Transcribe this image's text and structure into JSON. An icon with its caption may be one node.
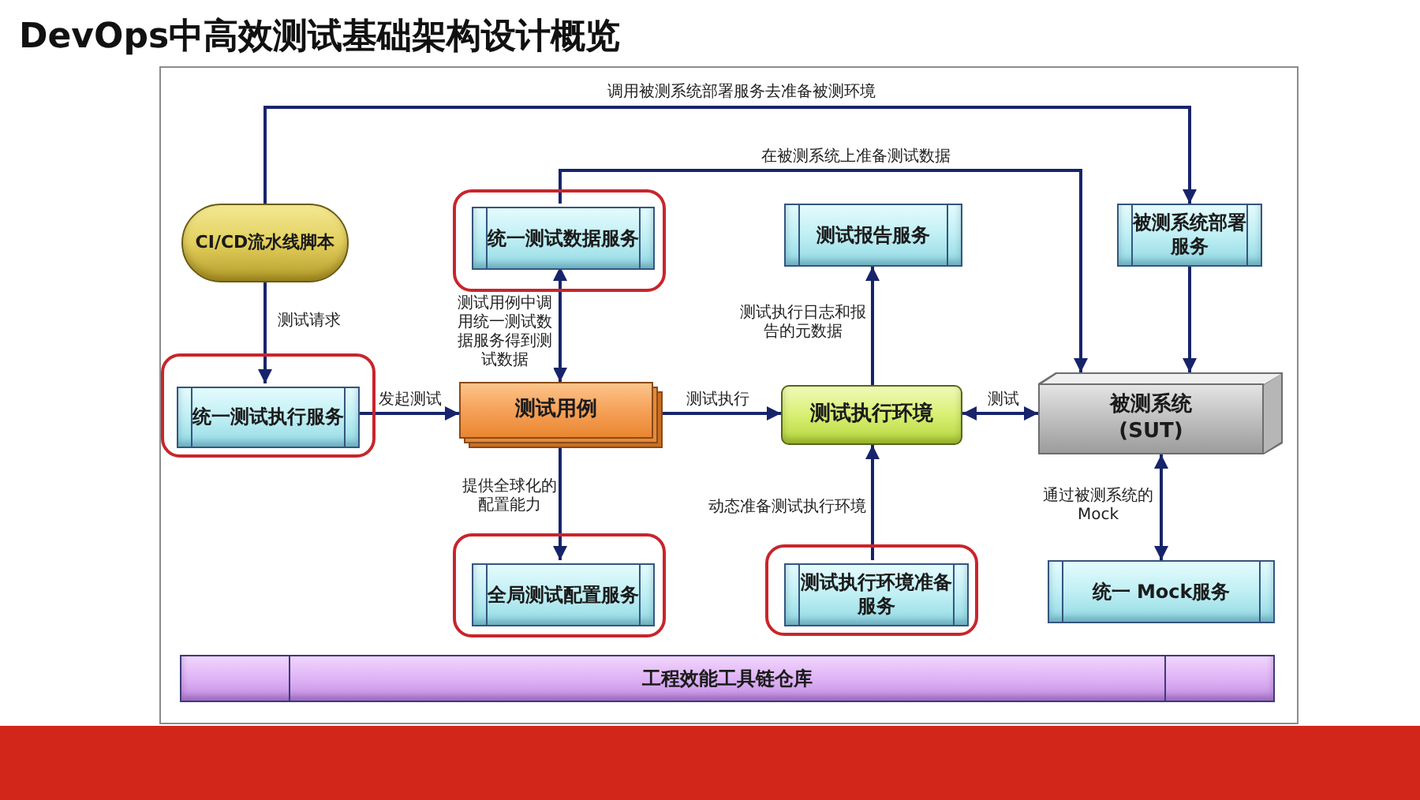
{
  "diagram": {
    "title": "DevOps中高效测试基础架构设计概览",
    "nodes": [
      {
        "text": [
          "CI/CD流水线脚本"
        ]
      },
      {
        "text": [],
        "shape": "box"
      },
      {
        "text": [
          "统一测试数据服务"
        ],
        "in": 1
      },
      {
        "text": [
          "测试报告服务"
        ]
      },
      {
        "text": [
          "被测系统部署服务"
        ]
      },
      {
        "text": [],
        "shape": "box"
      },
      {
        "text": [
          "统一测试执行服务"
        ],
        "in": 5
      },
      {
        "text": [
          "测试用例"
        ]
      },
      {
        "text": [
          "测试执行环境"
        ]
      },
      {
        "text": [
          "被测系统 (SUT)"
        ]
      },
      {
        "text": [],
        "shape": "box"
      },
      {
        "text": [
          "全局测试配置服务"
        ],
        "in": 10
      },
      {
        "text": [],
        "shape": "box"
      },
      {
        "text": [
          "测试执行环境准备服务"
        ],
        "in": 12
      },
      {
        "text": [
          "统一 Mock服务"
        ]
      },
      {
        "text": [
          "工程效能工具链仓库"
        ]
      }
    ],
    "edges": [
      {
        "from": 0,
        "to": 6,
        "arrow": "to",
        "label": "测试请求"
      },
      {
        "from": 0,
        "to": 4,
        "arrow": "to",
        "label": "调用被测系统部署服务去准备被测环境"
      },
      {
        "from": 2,
        "to": 9,
        "arrow": "to",
        "label": "在被测系统上准备测试数据"
      },
      {
        "from": 2,
        "to": 7,
        "arrow": "both",
        "label": "测试用例中调用统一测试数据服务得到测试数据"
      },
      {
        "from": 6,
        "to": 7,
        "arrow": "to",
        "label": "发起测试"
      },
      {
        "from": 7,
        "to": 11,
        "arrow": "to",
        "label": "提供全球化的配置能力"
      },
      {
        "from": 7,
        "to": 8,
        "arrow": "to",
        "label": "测试执行"
      },
      {
        "from": 8,
        "to": 3,
        "arrow": "to",
        "label": "测试执行日志和报告的元数据"
      },
      {
        "from": 13,
        "to": 8,
        "arrow": "to",
        "label": "动态准备测试执行环境"
      },
      {
        "from": 8,
        "to": 9,
        "arrow": "both",
        "label": "测试"
      },
      {
        "from": 4,
        "to": 9,
        "arrow": "to"
      },
      {
        "from": 9,
        "to": 14,
        "arrow": "both",
        "label": "通过被测系统的 Mock"
      }
    ]
  }
}
